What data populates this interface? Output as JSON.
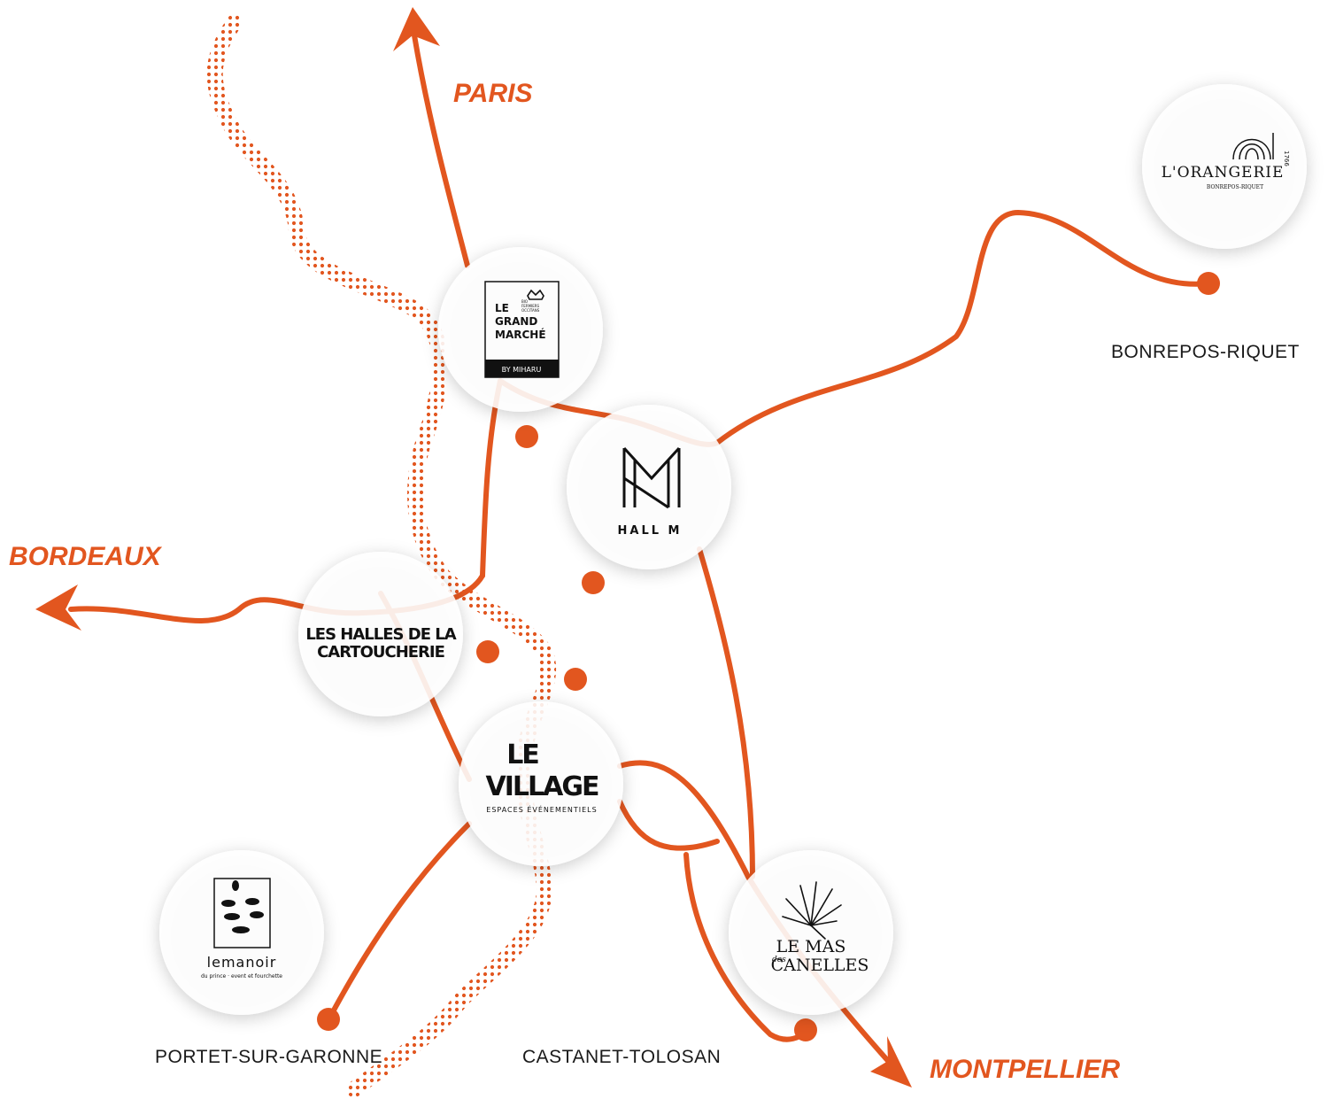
{
  "destinations": {
    "paris": "PARIS",
    "bordeaux": "BORDEAUX",
    "montpellier": "MONTPELLIER"
  },
  "towns": {
    "bonrepos": "BONREPOS-RIQUET",
    "portet": "PORTET-SUR-GARONNE",
    "castanet": "CASTANET-TOLOSAN"
  },
  "venues": {
    "grand_marche": {
      "line1": "LE",
      "line2": "GRAND",
      "line3": "MARCHÉ",
      "tag": "BY MIHARU",
      "mini1": "BIO",
      "mini2": "FERMIERS",
      "mini3": "OCCITANS"
    },
    "hall_m": {
      "name": "HALL M"
    },
    "halles": {
      "line1": "LES HALLES DE LA",
      "line2": "CARTOUCHERIE"
    },
    "village": {
      "line1": "LE",
      "line2": "VILLAGE",
      "tag": "ESPACES ÉVÉNEMENTIELS"
    },
    "mas": {
      "line1": "LE MAS",
      "mini": "des",
      "line2": "CANELLES"
    },
    "manoir": {
      "name": "lemanoir",
      "tag": "du prince · event et fourchette"
    },
    "orangerie": {
      "name": "L'ORANGERIE",
      "year": "1766",
      "place": "BONREPOS-RIQUET"
    }
  },
  "colors": {
    "accent": "#e2561f",
    "ink": "#111111",
    "bubble": "#ffffff"
  },
  "icons": [
    "arrow-north-icon",
    "arrow-west-icon",
    "arrow-southeast-icon",
    "palm-icon",
    "tree-icon",
    "arch-icon",
    "crown-icon"
  ]
}
